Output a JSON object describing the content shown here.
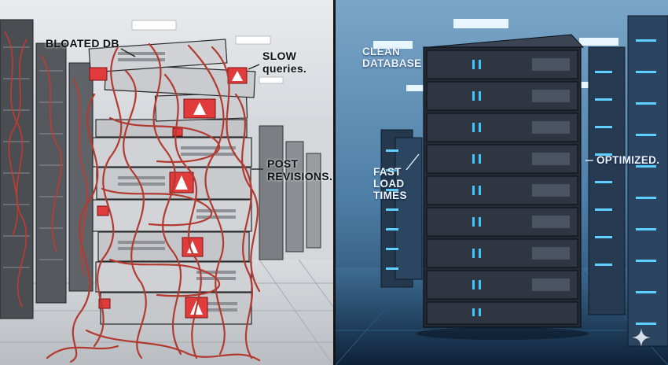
{
  "left_panel": {
    "labels": {
      "bloated_db": "BLOATED DB",
      "slow_queries": [
        "SLOW",
        "queries."
      ],
      "post_revisions": [
        "POST",
        "REVISIONS."
      ]
    },
    "colors": {
      "cable": "#b23a31",
      "warning": "#e23b3b",
      "server": "#cfd1d4"
    }
  },
  "right_panel": {
    "labels": {
      "clean_database": [
        "CLEAN",
        "DATABASE"
      ],
      "fast_load_times": [
        "FAST",
        "LOAD",
        "TIMES"
      ],
      "optimized": "OPTIMIZED."
    },
    "colors": {
      "glow": "#3ec6ff",
      "server": "#2d3440"
    }
  },
  "watermark": {
    "icon": "sparkle-icon"
  }
}
